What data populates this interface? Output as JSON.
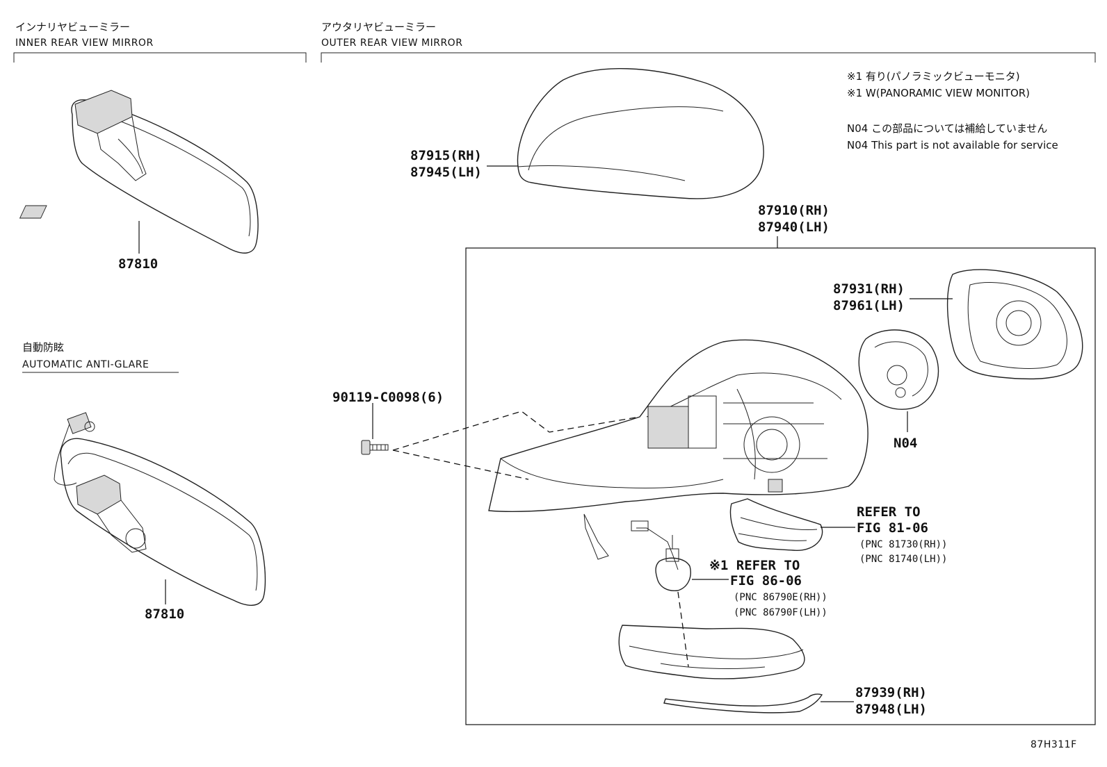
{
  "sections": {
    "inner": {
      "jp": "インナリヤビューミラー",
      "en": "INNER REAR VIEW MIRROR"
    },
    "outer": {
      "jp": "アウタリヤビューミラー",
      "en": "OUTER REAR VIEW MIRROR"
    },
    "auto": {
      "jp": "自動防眩",
      "en": "AUTOMATIC ANTI-GLARE"
    }
  },
  "notes": {
    "n1_jp": "※1 有り(パノラミックビューモニタ)",
    "n1_en": "※1 W(PANORAMIC VIEW MONITOR)",
    "n2_jp": "N04 この部品については補給していません",
    "n2_en": "N04 This part is not available for service"
  },
  "parts": {
    "inner_mirror": "87810",
    "inner_mirror_auto": "87810",
    "cover_rh": "87915(RH)",
    "cover_lh": "87945(LH)",
    "assy_rh": "87910(RH)",
    "assy_lh": "87940(LH)",
    "glass_rh": "87931(RH)",
    "glass_lh": "87961(LH)",
    "n04": "N04",
    "screw": "90119-C0098(6)",
    "garnish_rh": "87939(RH)",
    "garnish_lh": "87948(LH)"
  },
  "refs": {
    "r1_line1": "REFER TO",
    "r1_line2": "FIG 81-06",
    "r1_pnc1": "(PNC 81730(RH))",
    "r1_pnc2": "(PNC 81740(LH))",
    "r2_line1": "※1 REFER TO",
    "r2_line2": "FIG 86-06",
    "r2_pnc1": "(PNC 86790E(RH))",
    "r2_pnc2": "(PNC 86790F(LH))"
  },
  "figure_id": "87H311F"
}
